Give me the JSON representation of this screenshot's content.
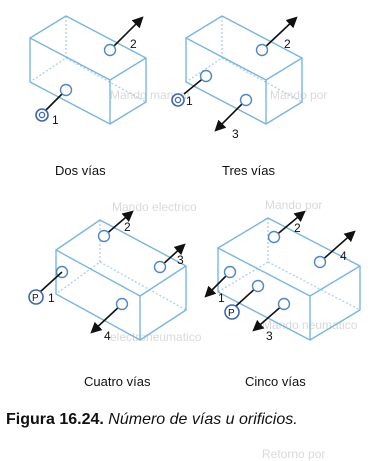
{
  "diagrams": [
    {
      "name": "Dos vías",
      "ports": [
        {
          "label": "1"
        },
        {
          "label": "2"
        }
      ]
    },
    {
      "name": "Tres vías",
      "ports": [
        {
          "label": "1"
        },
        {
          "label": "2"
        },
        {
          "label": "3"
        }
      ]
    },
    {
      "name": "Cuatro vías",
      "ports": [
        {
          "label": "P"
        },
        {
          "label": "1"
        },
        {
          "label": "2"
        },
        {
          "label": "3"
        },
        {
          "label": "4"
        }
      ]
    },
    {
      "name": "Cinco vías",
      "ports": [
        {
          "label": "P"
        },
        {
          "label": "1"
        },
        {
          "label": "2"
        },
        {
          "label": "3"
        },
        {
          "label": "4"
        }
      ]
    }
  ],
  "figure": {
    "label": "Figura 16.24.",
    "text": "Número de vías u orificios."
  },
  "bleed_through": [
    "Mando manual",
    "Mando por",
    "Mando electrico",
    "Mando por",
    "Mando neumatico",
    "electroneumatico",
    "Retorno por"
  ]
}
